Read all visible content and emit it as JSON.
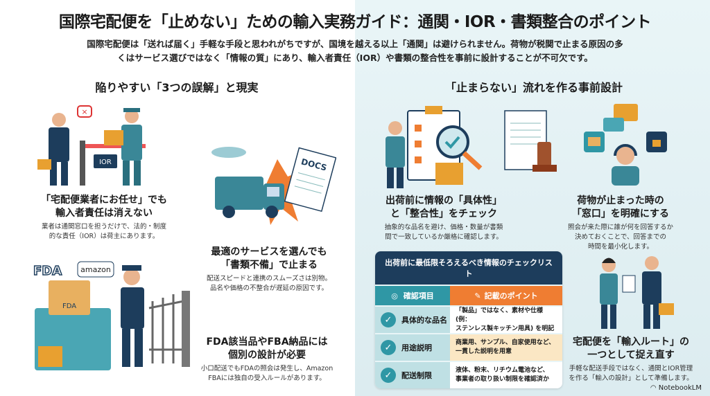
{
  "title": "国際宅配便を「止めない」ための輸入実務ガイド：通関・IOR・書類整合のポイント",
  "subtitle": [
    "国際宅配便は「送れば届く」手軽な手段と思われがちですが、国境を越える以上「通関」は避けられません。荷物が税関で止まる原因の多",
    "くはサービス選びではなく「情報の質」にあり、輸入者責任（IOR）や書類の整合性を事前に設計することが不可欠です。"
  ],
  "left": {
    "heading": "陥りやすい「3つの誤解」と現実",
    "items": [
      {
        "title": [
          "「宅配便業者にお任せ」でも",
          "輸入者責任は消えない"
        ],
        "desc": [
          "業者は通関窓口を担うだけで、法的・制度",
          "的な責任（IOR）は荷主にあります。"
        ],
        "labels": {
          "ior": "IOR"
        }
      },
      {
        "title": [
          "最適のサービスを選んでも",
          "「書類不備」で止まる"
        ],
        "desc": [
          "配送スピードと連携のスムーズさは別物。",
          "品名や価格の不整合が遅延の原因です。"
        ],
        "labels": {
          "docs": "DOCS"
        }
      },
      {
        "title": [
          "FDA該当品やFBA納品には",
          "個別の設計が必要"
        ],
        "desc": [
          "小口配送でもFDAの照会は発生し、Amazon",
          "FBAには独自の受入ルールがあります。"
        ],
        "labels": {
          "fda": "FDA",
          "amazon": "amazon",
          "box": "FDA"
        }
      }
    ]
  },
  "right": {
    "heading": "「止まらない」流れを作る事前設計",
    "items": [
      {
        "title": [
          "出荷前に情報の「具体性」",
          "と「整合性」をチェック"
        ],
        "desc": [
          "抽象的な品名を避け、価格・数量が書類",
          "間で一致しているか厳格に確認します。"
        ]
      },
      {
        "title": [
          "荷物が止まった時の",
          "「窓口」を明確にする"
        ],
        "desc": [
          "照会が来た際に誰が何を回答するか",
          "決めておくことで、回答までの",
          "時間を最小化します。"
        ]
      },
      {
        "title": [
          "宅配便を「輸入ルート」の",
          "一つとして捉え直す"
        ],
        "desc": [
          "手軽な配送手段ではなく、通関とIOR管理",
          "を作る「輸入の設計」として準備します。"
        ]
      }
    ]
  },
  "checklist": {
    "title": "出荷前に最低限そろえるべき情報のチェックリスト",
    "col1": "確認項目",
    "col2": "記載のポイント",
    "rows": [
      {
        "item": "具体的な品名",
        "point": [
          "「製品」ではなく、素材や仕様 (例：",
          "ステンレス製キッチン用具) を明記"
        ]
      },
      {
        "item": "用途説明",
        "point": [
          "商業用、サンプル、自家使用など、",
          "一貫した説明を用意"
        ]
      },
      {
        "item": "配送制限",
        "point": [
          "液体、粉末、リチウム電池など、",
          "事業者の取り扱い制限を確認済か"
        ]
      }
    ]
  },
  "brand": "NotebookLM",
  "colors": {
    "navy": "#1d3d5c",
    "teal": "#2f97a5",
    "orange": "#ef7d32"
  }
}
